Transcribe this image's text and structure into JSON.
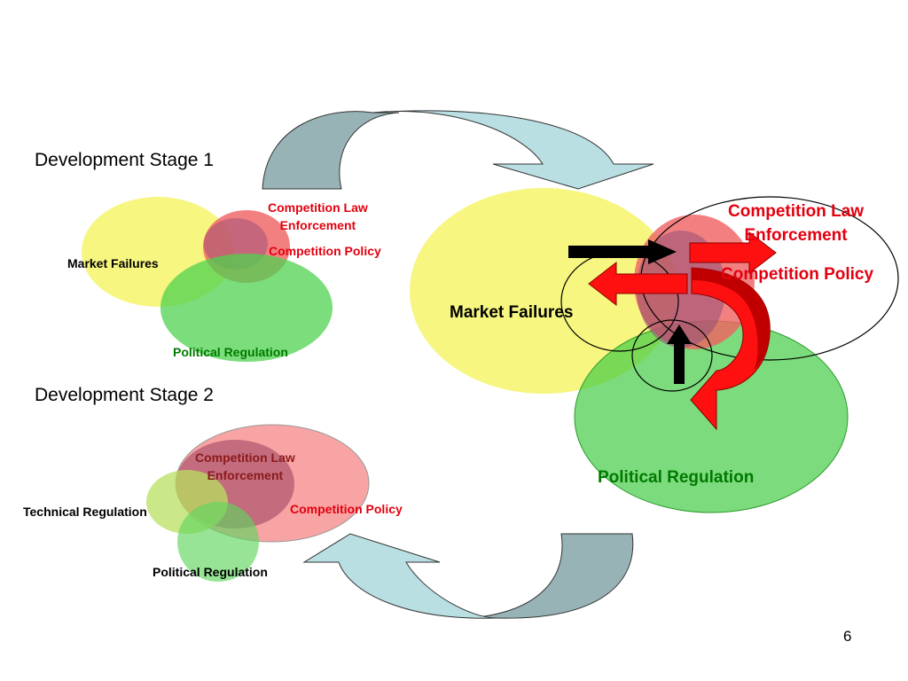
{
  "stage1": {
    "title": "Development Stage 1",
    "market_failures": "Market Failures",
    "competition_law_enforcement": "Competition Law\nEnforcement",
    "competition_policy": "Competition Policy",
    "political_regulation": "Political Regulation"
  },
  "stage2": {
    "title": "Development Stage 2",
    "technical_regulation": "Technical Regulation",
    "competition_law_enforcement": "Competition Law\nEnforcement",
    "competition_policy": "Competition Policy",
    "political_regulation": "Political Regulation"
  },
  "detail": {
    "market_failures": "Market Failures",
    "competition_law_enforcement": "Competition Law\nEnforcement",
    "competition_policy": "Competition Policy",
    "political_regulation": "Political Regulation"
  },
  "page_number": "6",
  "colors": {
    "yellow": "#f4f46a",
    "red": "#f06060",
    "green": "#5fd65f",
    "lightgreen": "#b8e060",
    "pink": "#f79a9a",
    "maroon": "#b05a70",
    "arrow_light": "#b9dfe3",
    "arrow_dark": "#97b3b6",
    "arrow_red": "#ff1010"
  }
}
